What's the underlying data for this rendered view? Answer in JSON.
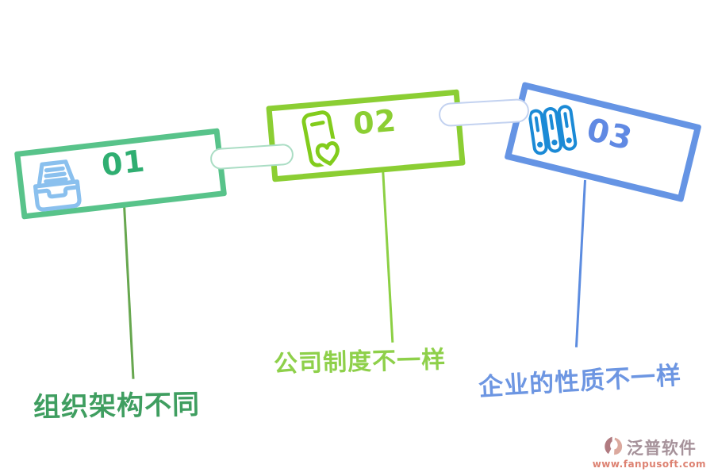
{
  "diagram": {
    "steps": [
      {
        "number": "01",
        "label": "组织架构不同",
        "icon": "inbox-icon",
        "box_border_color": "#58c38a",
        "number_color": "#2fae71",
        "icon_color": "#8ac0ee",
        "line_color": "#67a74f",
        "label_color": "#3f9e60"
      },
      {
        "number": "02",
        "label": "公司制度不一样",
        "icon": "phone-heart-icon",
        "box_border_color": "#8bce33",
        "number_color": "#8bce33",
        "icon_color": "#82cc1c",
        "line_color": "#8cd044",
        "label_color": "#8ed04a"
      },
      {
        "number": "03",
        "label": "企业的性质不一样",
        "icon": "binders-icon",
        "box_border_color": "#6594e4",
        "number_color": "#6089e3",
        "icon_color": "#1b8ad6",
        "line_color": "#5c8ce0",
        "label_color": "#6d96e2"
      }
    ],
    "connectors": [
      {
        "between": "01-02",
        "border_color": "#aaddc4"
      },
      {
        "between": "02-03",
        "border_color": "#c3d2f0"
      }
    ]
  },
  "watermark": {
    "brand": "泛普软件",
    "url": "www.fanpusoft.com",
    "brand_color": "#a6929a",
    "url_color": "#dd8272",
    "logo_colors": [
      "#b07a80",
      "#dba99e"
    ]
  }
}
